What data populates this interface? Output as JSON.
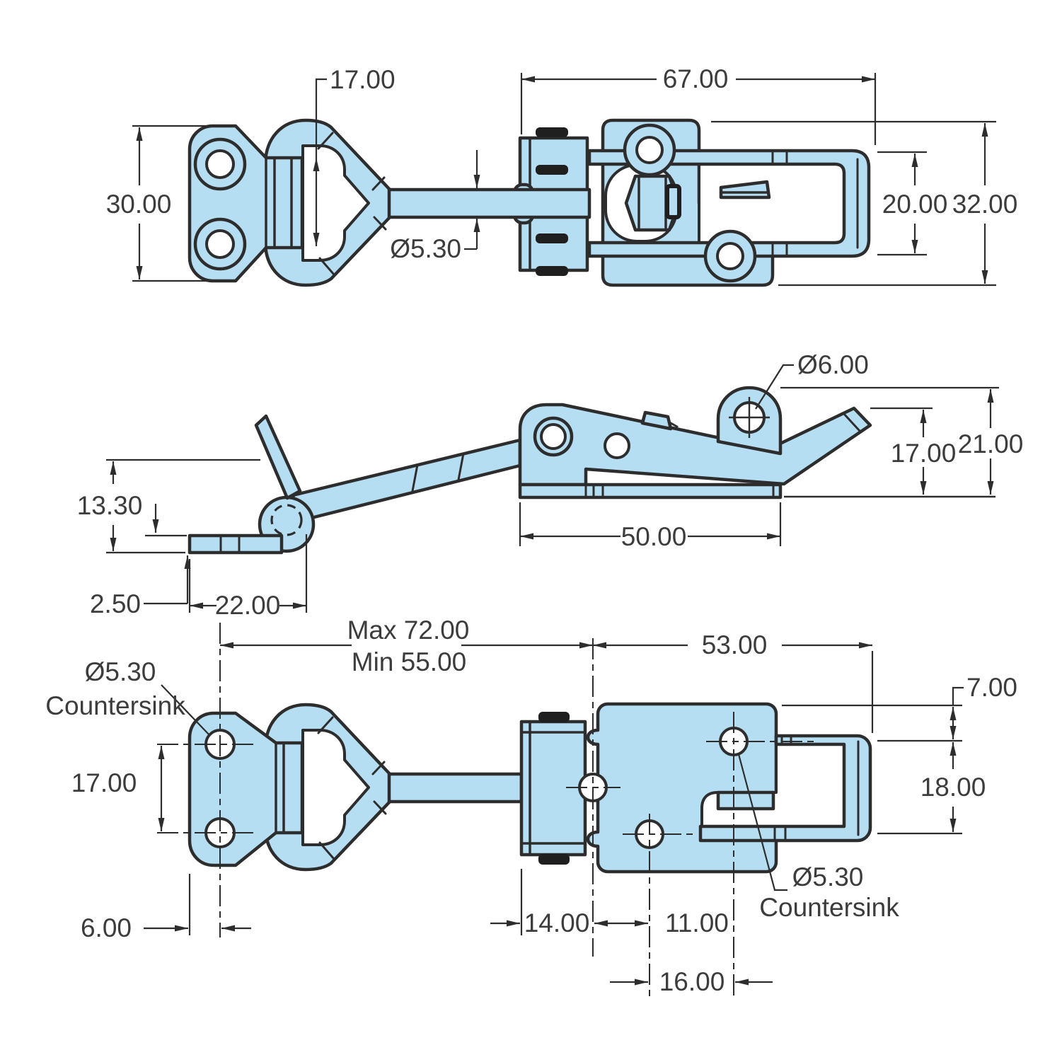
{
  "colors": {
    "part_fill": "#b6def3",
    "line": "#2d2d2d",
    "text": "#3c3c3c",
    "background": "#ffffff"
  },
  "views": {
    "top": {
      "loop_slot": "17.00",
      "body_length": "67.00",
      "plate_width": "30.00",
      "wire_diameter": "Ø5.30",
      "frame_opening": "20.00",
      "body_width": "32.00"
    },
    "side": {
      "eye_diameter": "Ø6.00",
      "keeper_height": "13.30",
      "keeper_thickness": "2.50",
      "keeper_length": "22.00",
      "base_length": "50.00",
      "handle_tip_height": "17.00",
      "overall_height": "21.00"
    },
    "bottom": {
      "keeper_hole_diameter": "Ø5.30",
      "keeper_hole_note": "Countersink",
      "max_reach": "Max 72.00",
      "min_reach": "Min 55.00",
      "body_hole_span": "53.00",
      "frame_top_offset": "7.00",
      "keeper_hole_pitch": "17.00",
      "frame_width": "18.00",
      "keeper_edge_offset": "6.00",
      "pivot_offset": "14.00",
      "hole_offset_a": "11.00",
      "hole_offset_b": "16.00",
      "body_hole_diameter": "Ø5.30",
      "body_hole_note": "Countersink"
    }
  }
}
